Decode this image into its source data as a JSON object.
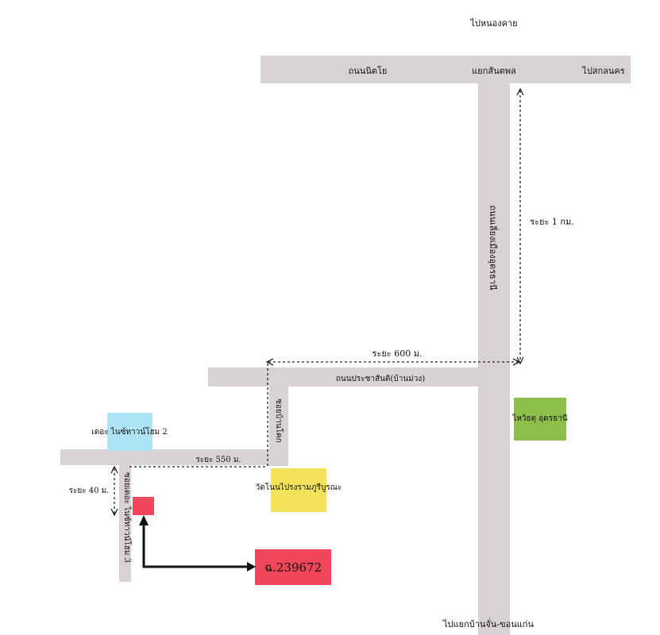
{
  "colors": {
    "road": "#d8d2d6",
    "hotel": "#aee3f5",
    "temple": "#f4e35a",
    "shrine": "#8fbf4b",
    "destination": "#f0485a",
    "arrow": "#111111"
  },
  "labels": {
    "to_nong_khai": "ไปหนองคาย",
    "nittayo_road": "ถนนนิตโย",
    "sam_phan_junction": "แยกสันตพล",
    "to_sakon_nakhon": "ไปสกลนคร",
    "mueang_udon_road": "ถนนเลี่ยงเมืองอุดรธานี",
    "distance_1km": "ระยะ 1 กม.",
    "distance_600m": "ระยะ 600 ม.",
    "prachasanti_road": "ถนนประชาสันติ(บ้านม่วง)",
    "soi_ban_khok": "ซอยบ้านโคก",
    "distance_550m": "ระยะ 550 ม.",
    "distance_40m": "ระยะ 40 ม.",
    "soi_the_nine": "ซอยเดอะ ไนซ์ทาวน์โฮม 3",
    "to_ban_chan": "ไปแยกบ้านจั่น-ขอนแก่น"
  },
  "places": {
    "hotel": "เดอะ ไนซ์ทาวน์โฮม 2",
    "temple": "วัดโนนไปรงรามภูรีบูรณะ",
    "shrine": "ไหว้ธตุ อุดรธานี",
    "destination": "ฉ.239672"
  }
}
